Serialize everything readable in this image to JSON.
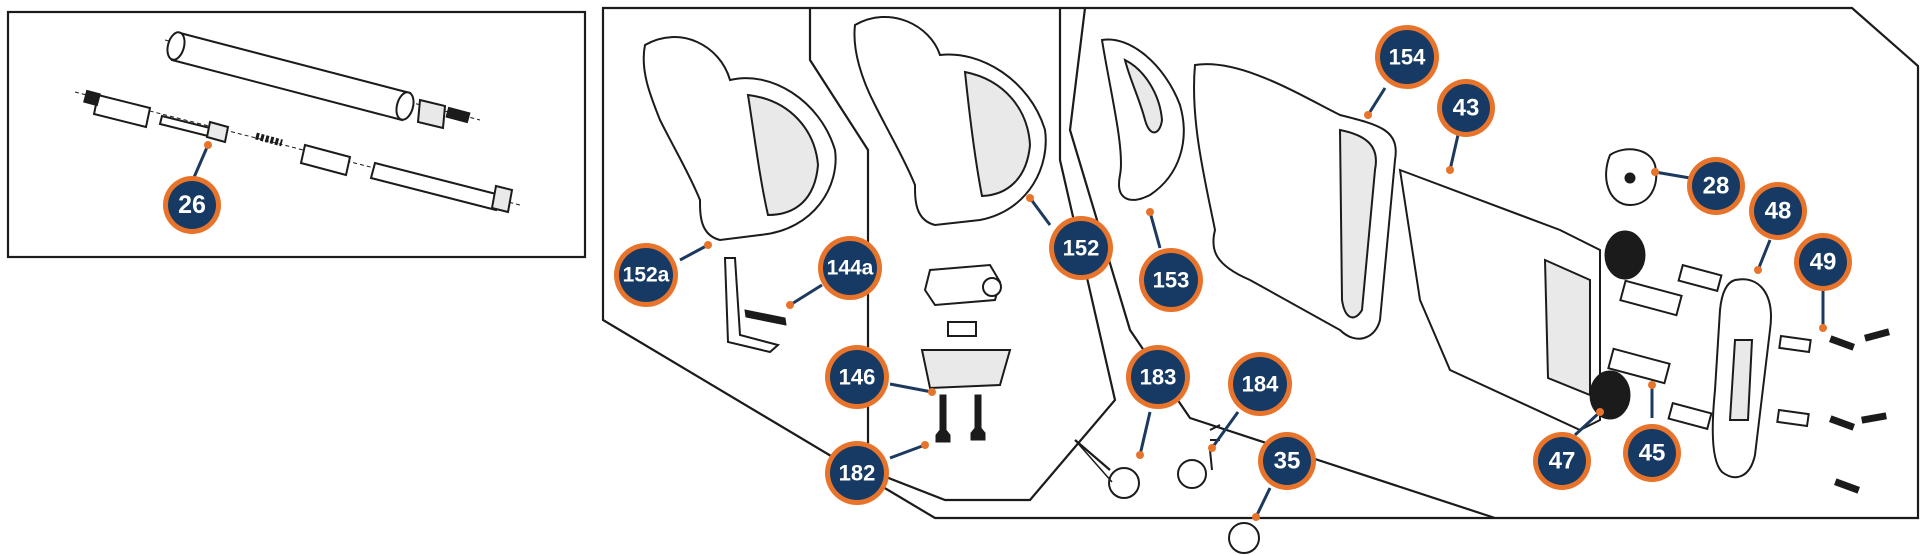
{
  "callouts": [
    {
      "id": "c26",
      "label": "26"
    },
    {
      "id": "c152a",
      "label": "152a"
    },
    {
      "id": "c144a",
      "label": "144a"
    },
    {
      "id": "c146",
      "label": "146"
    },
    {
      "id": "c182",
      "label": "182"
    },
    {
      "id": "c152",
      "label": "152"
    },
    {
      "id": "c153",
      "label": "153"
    },
    {
      "id": "c154",
      "label": "154"
    },
    {
      "id": "c43",
      "label": "43"
    },
    {
      "id": "c28",
      "label": "28"
    },
    {
      "id": "c48",
      "label": "48"
    },
    {
      "id": "c49",
      "label": "49"
    },
    {
      "id": "c183",
      "label": "183"
    },
    {
      "id": "c184",
      "label": "184"
    },
    {
      "id": "c35",
      "label": "35"
    },
    {
      "id": "c47",
      "label": "47"
    },
    {
      "id": "c45",
      "label": "45"
    }
  ],
  "colors": {
    "callout_fill": "#163a63",
    "callout_ring": "#e8742c",
    "callout_text": "#ffffff",
    "line_art": "#1b1b1b"
  }
}
